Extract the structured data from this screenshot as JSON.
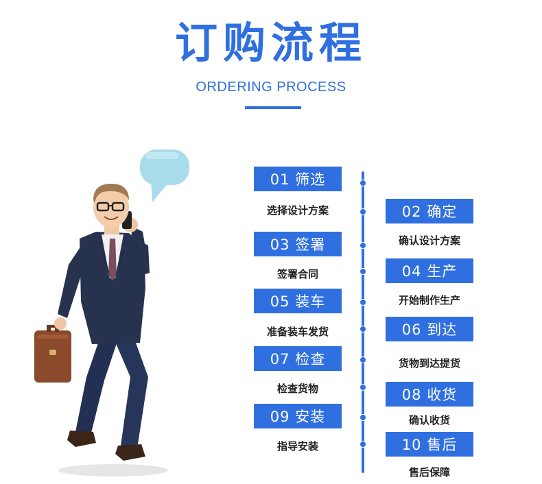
{
  "header": {
    "title": "订购流程",
    "subtitle": "ORDERING PROCESS"
  },
  "steps": [
    {
      "label": "01 筛选",
      "desc": "选择设计方案"
    },
    {
      "label": "02 确定",
      "desc": "确认设计方案"
    },
    {
      "label": "03 签署",
      "desc": "签署合同"
    },
    {
      "label": "04 生产",
      "desc": "开始制作生产"
    },
    {
      "label": "05 装车",
      "desc": "准备装车发货"
    },
    {
      "label": "06 到达",
      "desc": "货物到达提货"
    },
    {
      "label": "07 检查",
      "desc": "检查货物"
    },
    {
      "label": "08 收货",
      "desc": "确认收货"
    },
    {
      "label": "09 安装",
      "desc": "指导安装"
    },
    {
      "label": "10 售后",
      "desc": "售后保障"
    }
  ],
  "colors": {
    "accent": "#2f6fe0",
    "text": "#222222",
    "bubble": "#a9dcea",
    "suit": "#27324f",
    "briefcase": "#8a4a2b"
  },
  "icons": {
    "figure": "businessman-on-phone-illustration",
    "bubble": "speech-bubble-icon"
  }
}
